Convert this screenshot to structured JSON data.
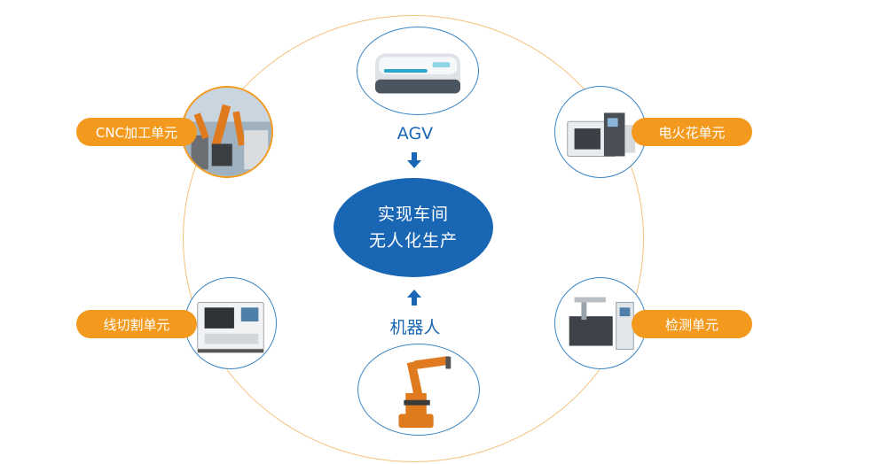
{
  "center": {
    "line1": "实现车间",
    "line2": "无人化生产"
  },
  "captions": {
    "top": "AGV",
    "bottom": "机器人"
  },
  "units": {
    "cnc": "CNC加工单元",
    "edm": "电火花单元",
    "wire": "线切割单元",
    "inspect": "检测单元"
  },
  "colors": {
    "orange": "#f39a1e",
    "blue": "#1866b4",
    "ring": "#f6c07c"
  }
}
